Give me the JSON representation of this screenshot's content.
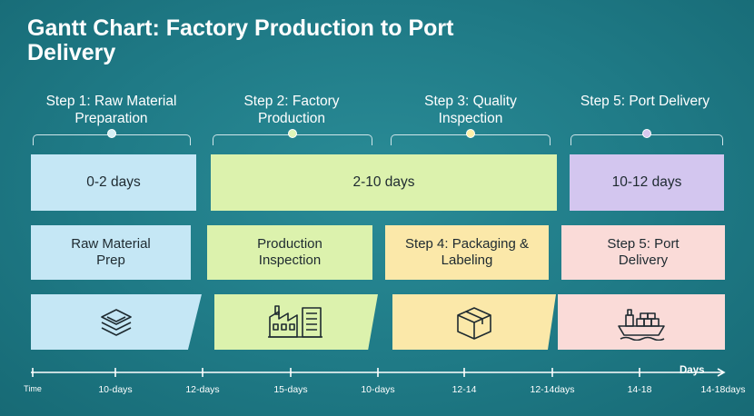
{
  "title": "Gantt Chart: Factory Production to Port Delivery",
  "steps": [
    {
      "label": "Step 1: Raw Material Preparation",
      "dot_color": "#d7f0f5"
    },
    {
      "label": "Step 2: Factory Production",
      "dot_color": "#dff5b8"
    },
    {
      "label": "Step 3: Quality Inspection",
      "dot_color": "#fff0a8"
    },
    {
      "label": "Step 5: Port Delivery",
      "dot_color": "#d8c8ee"
    }
  ],
  "durations": [
    {
      "label": "0-2 days",
      "color": "#c5e7f5"
    },
    {
      "label": "2-10 days",
      "color": "#dcf2ad"
    },
    {
      "label": "10-12 days",
      "color": "#d3c6ef"
    }
  ],
  "tasks": [
    {
      "label": "Raw Material Prep",
      "color": "#c5e7f5"
    },
    {
      "label": "Production Inspection",
      "color": "#dcf2ad"
    },
    {
      "label": "Step 4: Packaging & Labeling",
      "color": "#fbe8a9"
    },
    {
      "label": "Step 5: Port Delivery",
      "color": "#fadbd8"
    }
  ],
  "icons": [
    {
      "name": "stacked-layers-icon",
      "color": "#c5e7f5"
    },
    {
      "name": "factory-icon",
      "color": "#dcf2ad"
    },
    {
      "name": "package-box-icon",
      "color": "#fbe8a9"
    },
    {
      "name": "cargo-ship-icon",
      "color": "#fadbd8"
    }
  ],
  "axis": {
    "unit_label": "Days",
    "ticks": [
      "Time",
      "10-days",
      "12-days",
      "15-days",
      "10-days",
      "12-14",
      "12-14days",
      "14-18",
      "14-18days"
    ]
  }
}
